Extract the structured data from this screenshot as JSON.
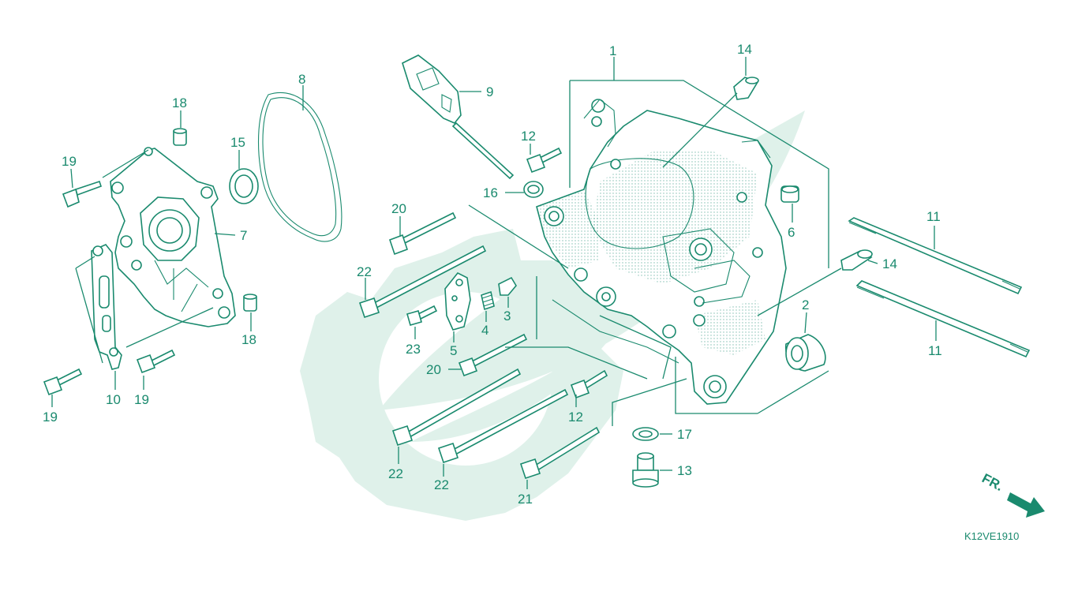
{
  "diagram_code": "K12VE1910",
  "direction_label": "FR.",
  "colors": {
    "line": "#1a8a6e",
    "watermark": "#dff1ea",
    "background": "#ffffff"
  },
  "callouts": [
    {
      "id": "c1",
      "text": "1"
    },
    {
      "id": "c2",
      "text": "2"
    },
    {
      "id": "c3",
      "text": "3"
    },
    {
      "id": "c4",
      "text": "4"
    },
    {
      "id": "c5",
      "text": "5"
    },
    {
      "id": "c6",
      "text": "6"
    },
    {
      "id": "c7",
      "text": "7"
    },
    {
      "id": "c8",
      "text": "8"
    },
    {
      "id": "c9",
      "text": "9"
    },
    {
      "id": "c10",
      "text": "10"
    },
    {
      "id": "c11a",
      "text": "11"
    },
    {
      "id": "c11b",
      "text": "11"
    },
    {
      "id": "c12a",
      "text": "12"
    },
    {
      "id": "c12b",
      "text": "12"
    },
    {
      "id": "c13",
      "text": "13"
    },
    {
      "id": "c14a",
      "text": "14"
    },
    {
      "id": "c14b",
      "text": "14"
    },
    {
      "id": "c15",
      "text": "15"
    },
    {
      "id": "c16",
      "text": "16"
    },
    {
      "id": "c17",
      "text": "17"
    },
    {
      "id": "c18a",
      "text": "18"
    },
    {
      "id": "c18b",
      "text": "18"
    },
    {
      "id": "c19a",
      "text": "19"
    },
    {
      "id": "c19b",
      "text": "19"
    },
    {
      "id": "c19c",
      "text": "19"
    },
    {
      "id": "c20a",
      "text": "20"
    },
    {
      "id": "c20b",
      "text": "20"
    },
    {
      "id": "c21",
      "text": "21"
    },
    {
      "id": "c22a",
      "text": "22"
    },
    {
      "id": "c22b",
      "text": "22"
    },
    {
      "id": "c22c",
      "text": "22"
    },
    {
      "id": "c23",
      "text": "23"
    }
  ]
}
